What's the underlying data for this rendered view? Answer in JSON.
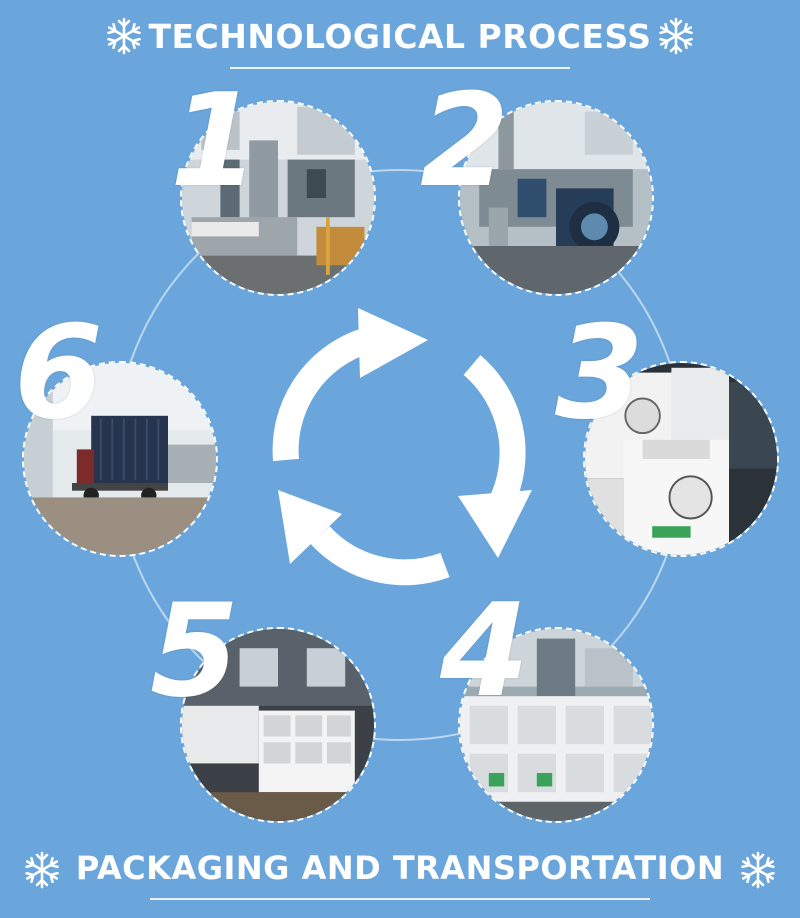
{
  "header": {
    "title": "TECHNOLOGICAL PROCESS"
  },
  "footer": {
    "title": "PACKAGING AND TRANSPORTATION"
  },
  "steps": [
    {
      "number": "1"
    },
    {
      "number": "2"
    },
    {
      "number": "3"
    },
    {
      "number": "4"
    },
    {
      "number": "5"
    },
    {
      "number": "6"
    }
  ],
  "colors": {
    "background": "#6aa6dc",
    "foreground": "#ffffff"
  },
  "icons": {
    "decoration": "snowflake-icon",
    "center": "cycle-arrows-icon"
  }
}
